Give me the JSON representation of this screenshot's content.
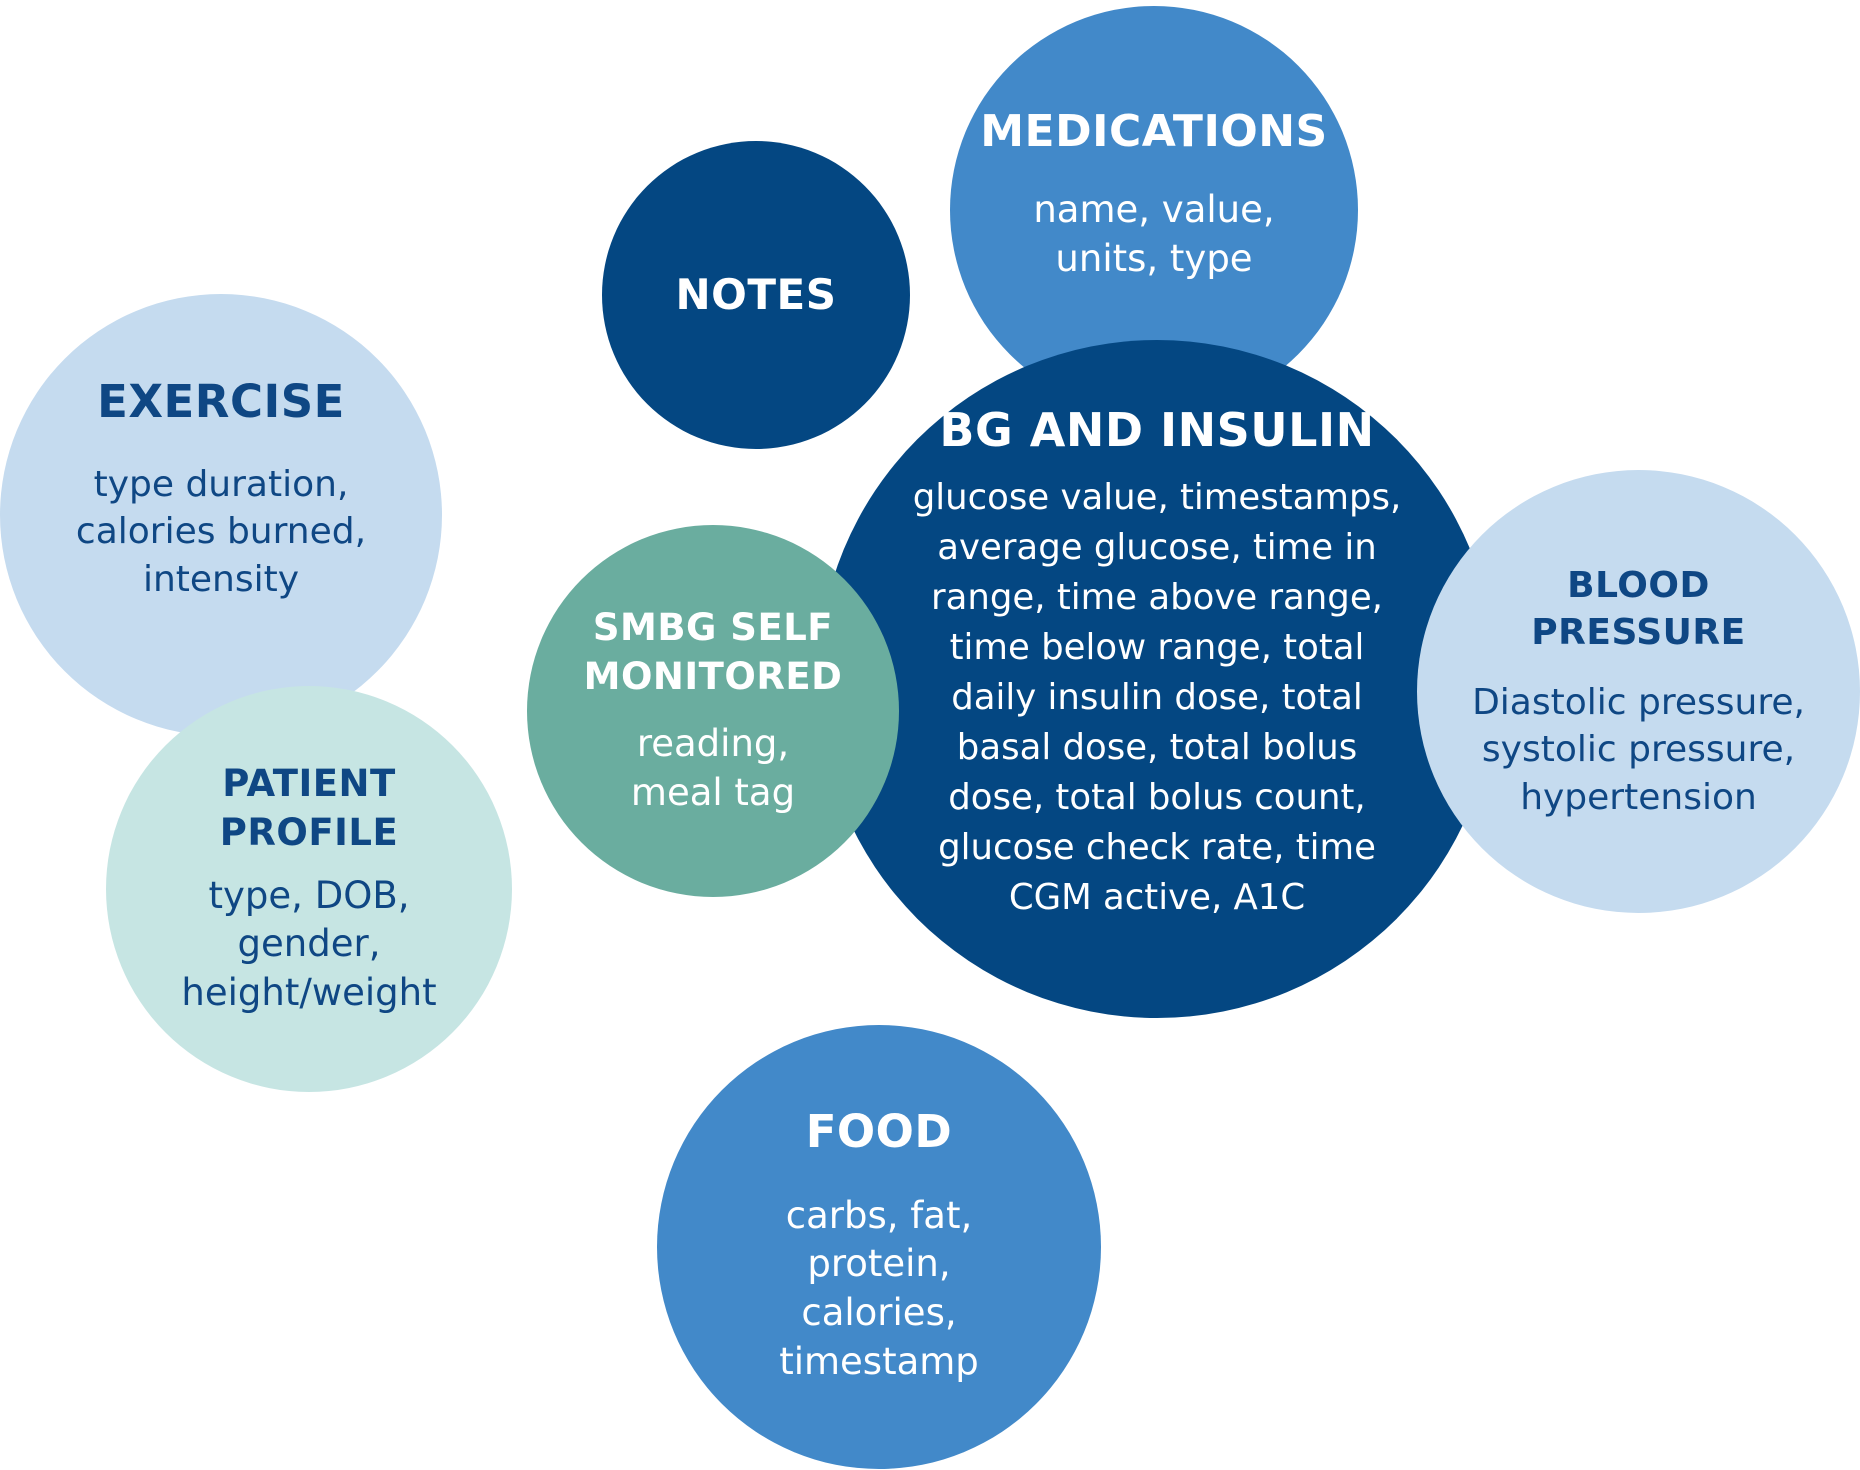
{
  "bubbles": {
    "medications": {
      "title": "MEDICATIONS",
      "body": "name, value,\nunits, type",
      "color": "#4289c9"
    },
    "notes": {
      "title": "NOTES",
      "color": "#044782"
    },
    "exercise": {
      "title": "EXERCISE",
      "body": "type duration,\ncalories burned,\nintensity",
      "color": "#c5dbef"
    },
    "patient_profile": {
      "title": "PATIENT\nPROFILE",
      "body": "type, DOB,\ngender,\nheight/weight",
      "color": "#c6e5e3"
    },
    "bg_insulin": {
      "title": "BG AND INSULIN",
      "body": "glucose value, timestamps,\naverage glucose, time in\nrange, time above range,\ntime below range, total\ndaily insulin dose, total\nbasal dose, total bolus\ndose, total bolus count,\nglucose check rate, time\nCGM active, A1C",
      "color": "#044782"
    },
    "smbg": {
      "title": "SMBG SELF\nMONITORED",
      "body": "reading,\nmeal tag",
      "color": "#6aad9f"
    },
    "blood_pressure": {
      "title": "BLOOD\nPRESSURE",
      "body": "Diastolic pressure,\nsystolic pressure,\nhypertension",
      "color": "#c5dbef"
    },
    "food": {
      "title": "FOOD",
      "body": "carbs, fat,\nprotein,\ncalories,\ntimestamp",
      "color": "#4289c9"
    }
  }
}
